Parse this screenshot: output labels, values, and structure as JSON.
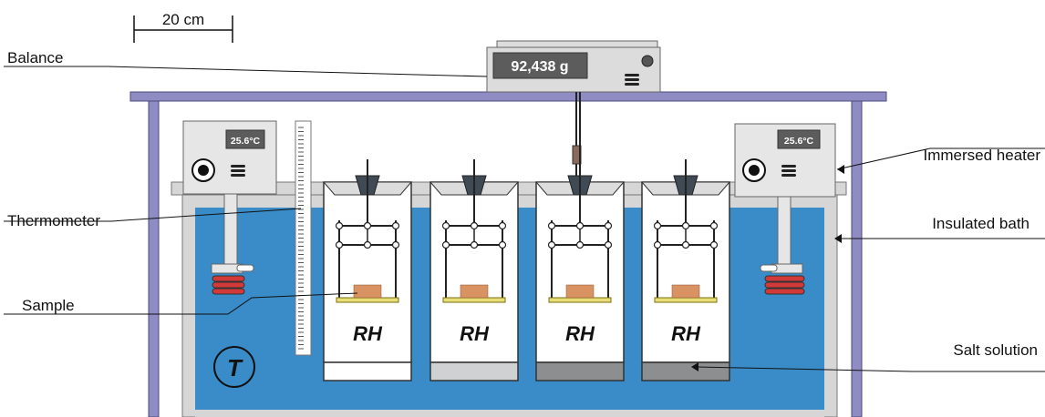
{
  "scale_bar": {
    "label": "20 cm"
  },
  "balance": {
    "display": "92,438 g"
  },
  "heaters": {
    "left_temp": "25.6°C",
    "right_temp": "25.6°C"
  },
  "chambers": [
    {
      "label": "RH",
      "solution_color": "#ffffff"
    },
    {
      "label": "RH",
      "solution_color": "#cfd1d3"
    },
    {
      "label": "RH",
      "solution_color": "#8c8e90"
    },
    {
      "label": "RH",
      "solution_color": "#8c8e90"
    }
  ],
  "temperature_symbol": "T",
  "labels": {
    "balance": "Balance",
    "thermometer": "Thermometer",
    "sample": "Sample",
    "immersed_heater": "Immersed heater",
    "insulated_bath": "Insulated bath",
    "salt_solution": "Salt solution"
  },
  "colors": {
    "water": "#3a8cc8",
    "frame": "#8f8cc4",
    "housing": "#dcdcdc",
    "sample": "#d99262",
    "coil": "#d23a3a"
  }
}
